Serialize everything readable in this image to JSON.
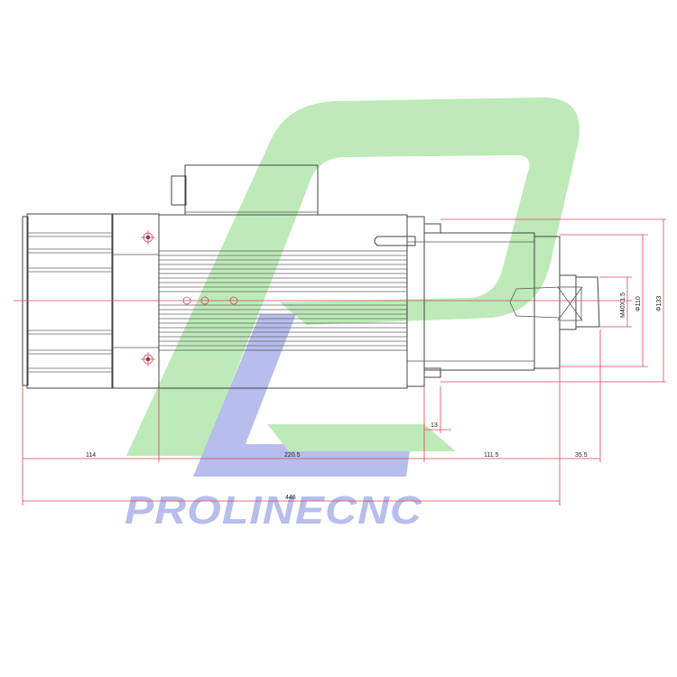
{
  "brand": {
    "name": "PROLINECNC",
    "green": "#bdeab8",
    "blue": "#b7bdec"
  },
  "colors": {
    "outline": "#444444",
    "dimension": "#d9475a"
  },
  "dimensions": {
    "back_cover": "114",
    "body": "220.5",
    "shaft_housing": "111.5",
    "nose": "35.5",
    "total_length": "446",
    "flange_step": "13",
    "collet_nut": "M40X1.5",
    "shaft_dia": "Φ110",
    "housing_dia": "Φ133"
  }
}
